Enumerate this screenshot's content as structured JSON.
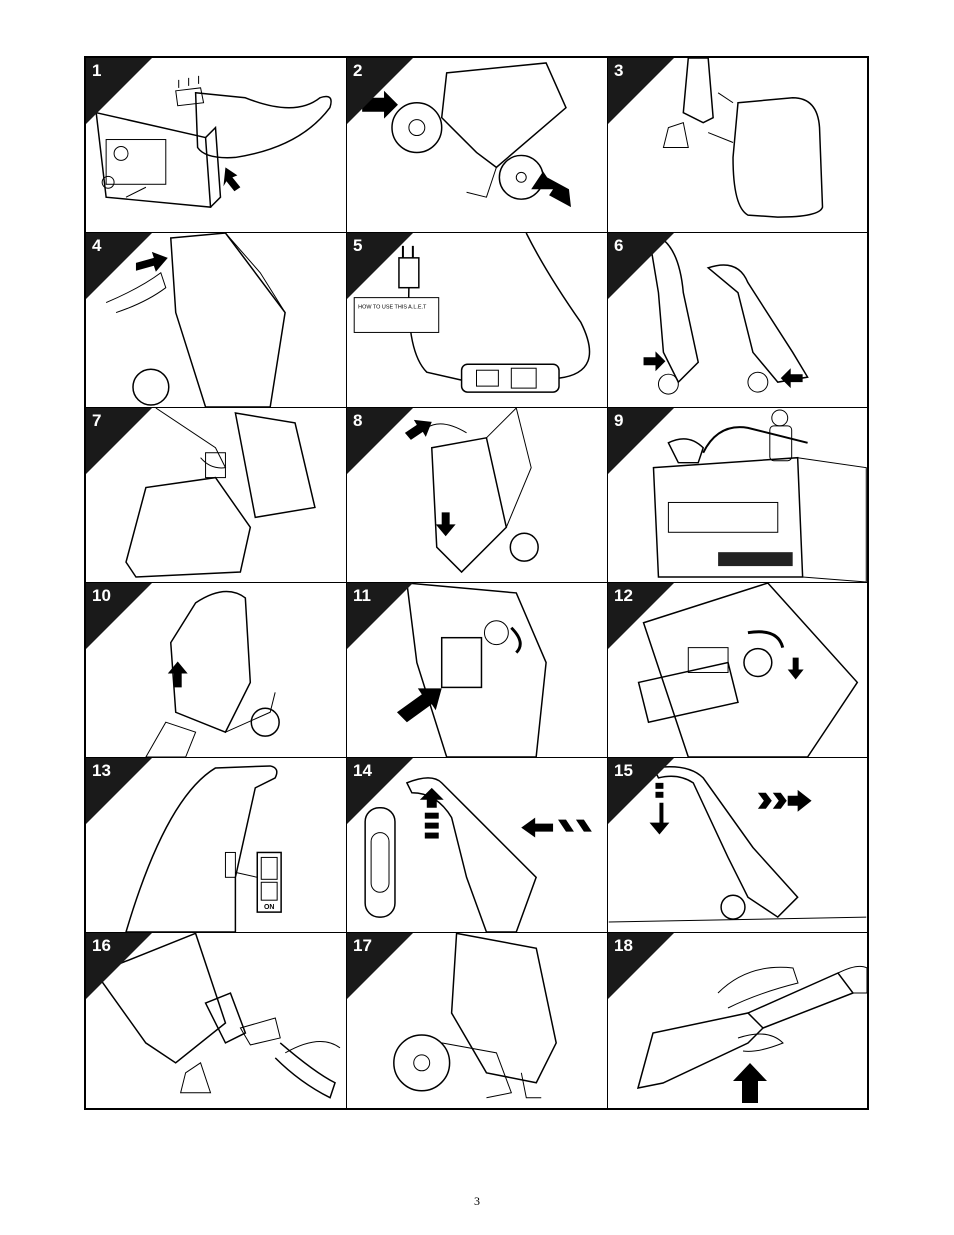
{
  "steps": [
    {
      "number": "1"
    },
    {
      "number": "2"
    },
    {
      "number": "3"
    },
    {
      "number": "4"
    },
    {
      "number": "5"
    },
    {
      "number": "6"
    },
    {
      "number": "7"
    },
    {
      "number": "8"
    },
    {
      "number": "9"
    },
    {
      "number": "10"
    },
    {
      "number": "11"
    },
    {
      "number": "12"
    },
    {
      "number": "13"
    },
    {
      "number": "14"
    },
    {
      "number": "15"
    },
    {
      "number": "16"
    },
    {
      "number": "17"
    },
    {
      "number": "18"
    }
  ],
  "step5_label": "HOW TO USE THIS A.L.E.T",
  "step13_switch": "ON",
  "page_number": "3"
}
